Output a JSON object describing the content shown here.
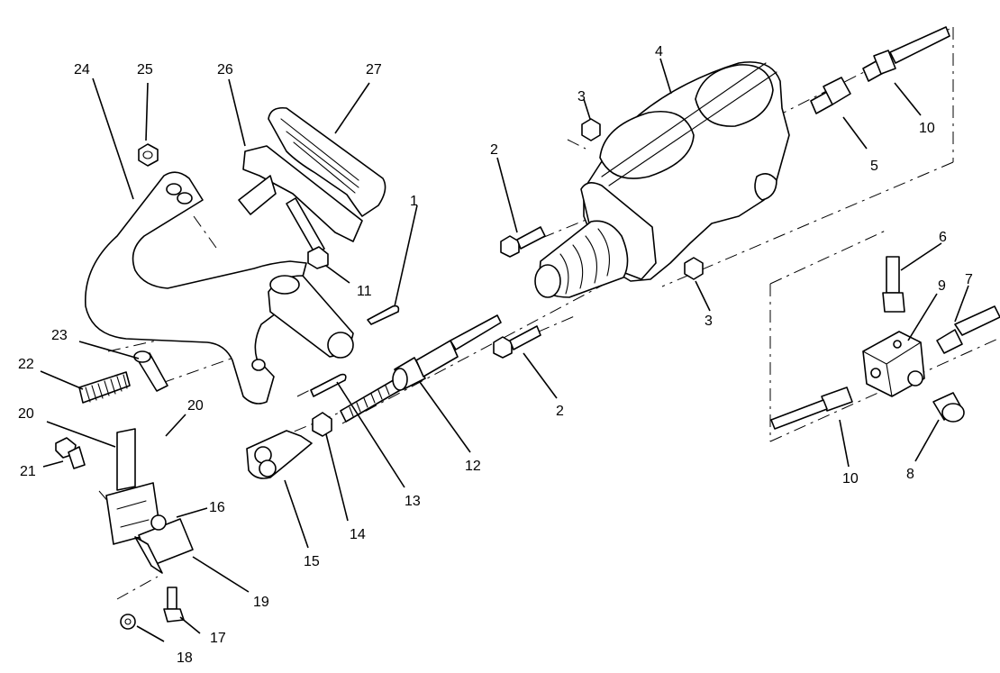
{
  "diagram": {
    "callouts": [
      {
        "id": "c1",
        "label": "1"
      },
      {
        "id": "c2a",
        "label": "2"
      },
      {
        "id": "c2b",
        "label": "2"
      },
      {
        "id": "c3a",
        "label": "3"
      },
      {
        "id": "c3b",
        "label": "3"
      },
      {
        "id": "c4",
        "label": "4"
      },
      {
        "id": "c5",
        "label": "5"
      },
      {
        "id": "c6",
        "label": "6"
      },
      {
        "id": "c7",
        "label": "7"
      },
      {
        "id": "c8",
        "label": "8"
      },
      {
        "id": "c9",
        "label": "9"
      },
      {
        "id": "c10a",
        "label": "10"
      },
      {
        "id": "c10b",
        "label": "10"
      },
      {
        "id": "c11",
        "label": "11"
      },
      {
        "id": "c12",
        "label": "12"
      },
      {
        "id": "c13",
        "label": "13"
      },
      {
        "id": "c14",
        "label": "14"
      },
      {
        "id": "c15",
        "label": "15"
      },
      {
        "id": "c16",
        "label": "16"
      },
      {
        "id": "c17",
        "label": "17"
      },
      {
        "id": "c18",
        "label": "18"
      },
      {
        "id": "c19",
        "label": "19"
      },
      {
        "id": "c20a",
        "label": "20"
      },
      {
        "id": "c20b",
        "label": "20"
      },
      {
        "id": "c21",
        "label": "21"
      },
      {
        "id": "c22",
        "label": "22"
      },
      {
        "id": "c23",
        "label": "23"
      },
      {
        "id": "c24",
        "label": "24"
      },
      {
        "id": "c25",
        "label": "25"
      },
      {
        "id": "c26",
        "label": "26"
      },
      {
        "id": "c27",
        "label": "27"
      }
    ]
  }
}
